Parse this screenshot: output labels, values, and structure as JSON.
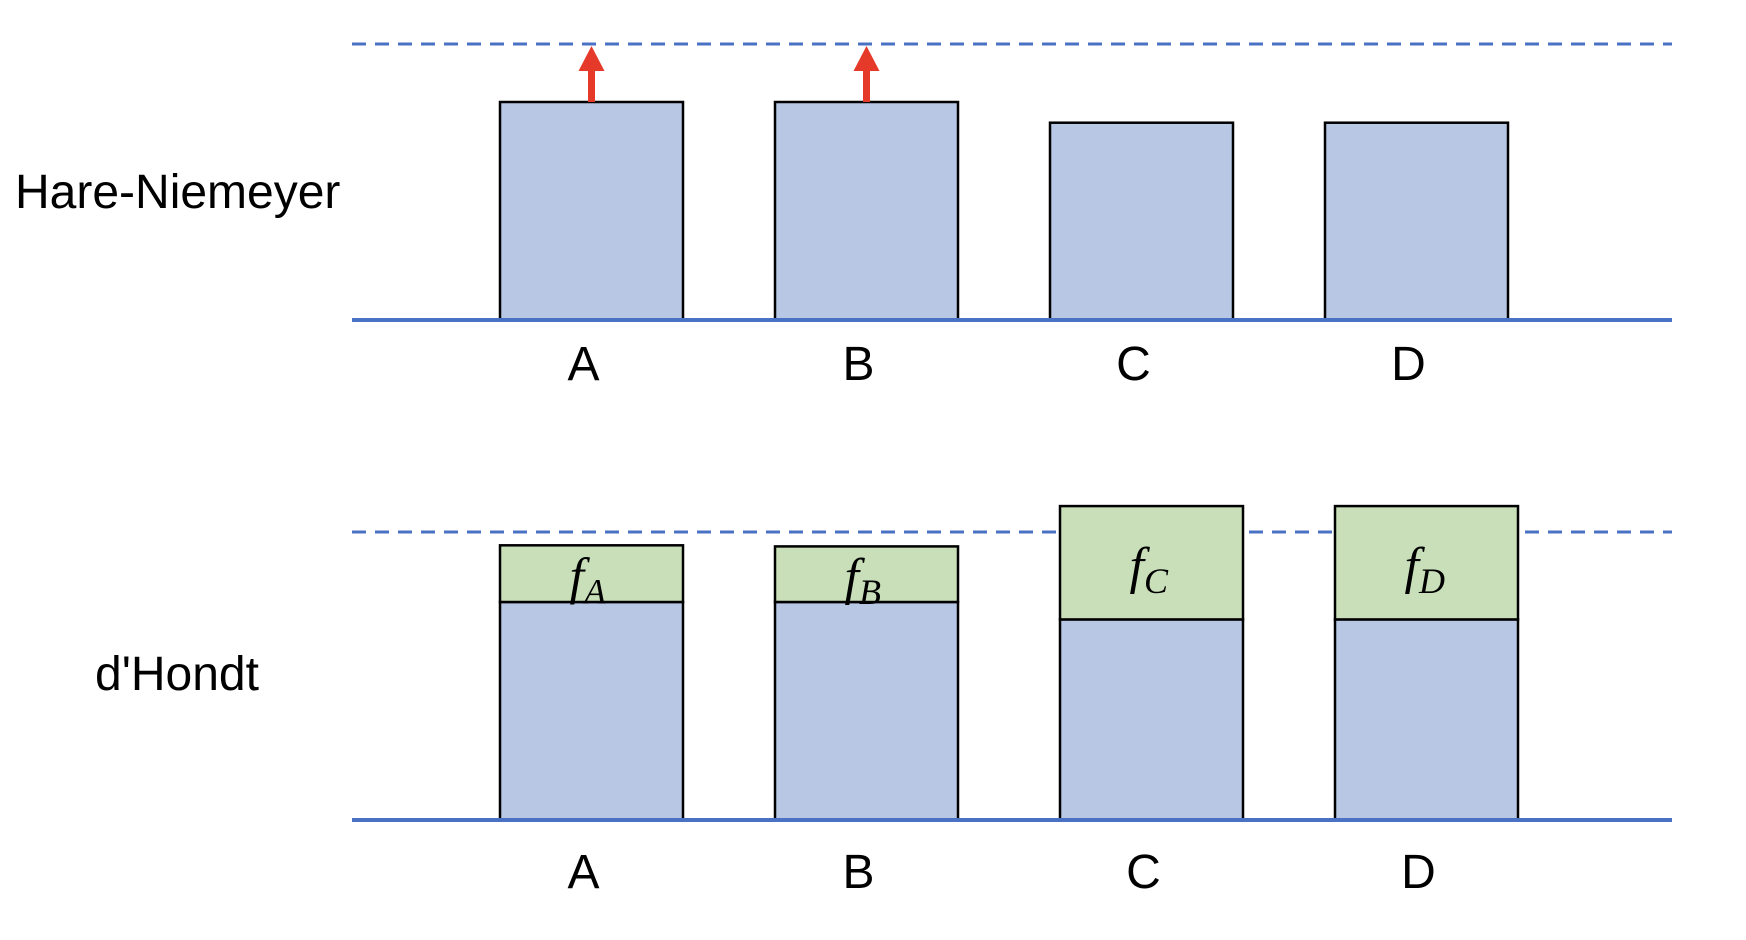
{
  "colors": {
    "bar_fill": "#b7c7e4",
    "fraction_fill": "#c9dfb9",
    "outline": "#000000",
    "axis": "#4a72c4",
    "threshold": "#4a72c4",
    "arrow": "#e53a2a"
  },
  "panels": [
    {
      "id": "hare",
      "label": "Hare-Niemeyer",
      "bars": [
        {
          "category": "A",
          "base": 1.0,
          "arrow": true
        },
        {
          "category": "B",
          "base": 1.0,
          "arrow": true
        },
        {
          "category": "C",
          "base": 0.905
        },
        {
          "category": "D",
          "base": 0.905
        }
      ]
    },
    {
      "id": "dhondt",
      "label": "d'Hondt",
      "bars": [
        {
          "category": "A",
          "base": 1.0,
          "fraction": 0.26,
          "fraction_label": "f",
          "fraction_sub": "A"
        },
        {
          "category": "B",
          "base": 1.0,
          "fraction": 0.255,
          "fraction_label": "f",
          "fraction_sub": "B"
        },
        {
          "category": "C",
          "base": 0.92,
          "fraction": 0.52,
          "fraction_label": "f",
          "fraction_sub": "C"
        },
        {
          "category": "D",
          "base": 0.92,
          "fraction": 0.52,
          "fraction_label": "f",
          "fraction_sub": "D"
        }
      ]
    }
  ]
}
